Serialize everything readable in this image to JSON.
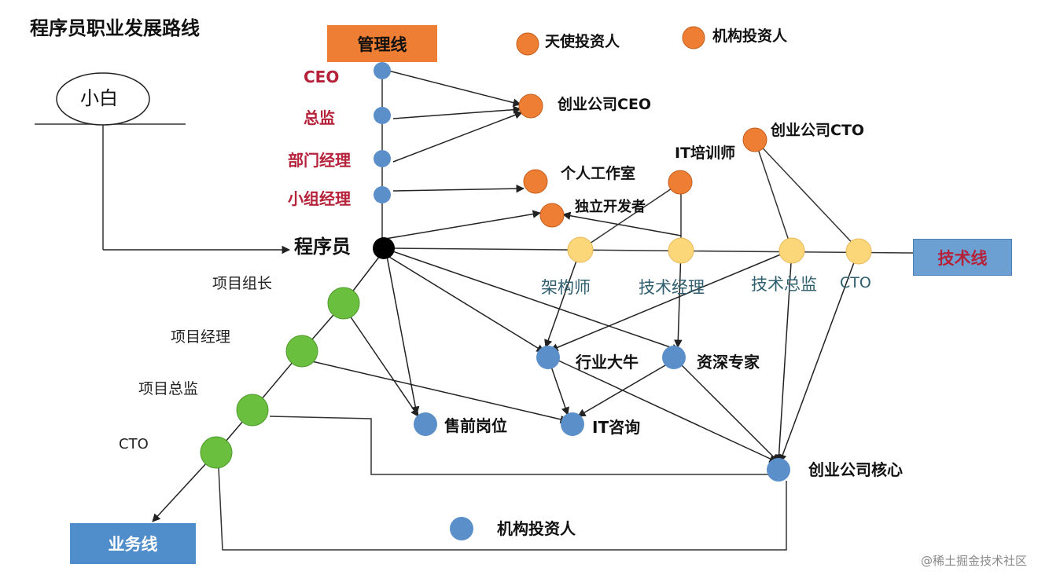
{
  "title": "程序员职业发展路线",
  "start": "小白",
  "core": "程序员",
  "lanes": {
    "management": "管理线",
    "tech": "技术线",
    "business": "业务线"
  },
  "management_levels": [
    "CEO",
    "总监",
    "部门经理",
    "小组经理"
  ],
  "tech_levels": [
    "架构师",
    "技术经理",
    "技术总监",
    "CTO"
  ],
  "business_levels": [
    "项目组长",
    "项目经理",
    "项目总监",
    "CTO"
  ],
  "investors": [
    "天使投资人",
    "机构投资人"
  ],
  "outcomes": {
    "startup_ceo": "创业公司CEO",
    "personal_studio": "个人工作室",
    "indie_dev": "独立开发者",
    "it_trainer": "IT培训师",
    "startup_cto": "创业公司CTO",
    "industry_leader": "行业大牛",
    "senior_expert": "资深专家",
    "presales": "售前岗位",
    "it_consulting": "IT咨询",
    "startup_core": "创业公司核心",
    "institutional_investor": "机构投资人"
  },
  "colors": {
    "orange": "#ee7e33",
    "blue": "#5b8fc9",
    "yellow": "#fcd779",
    "green": "#6bbf3f",
    "black": "#000000",
    "management_text": "#b5223a",
    "tech_text": "#2f5f6e"
  },
  "watermark": "@稀土掘金技术社区"
}
